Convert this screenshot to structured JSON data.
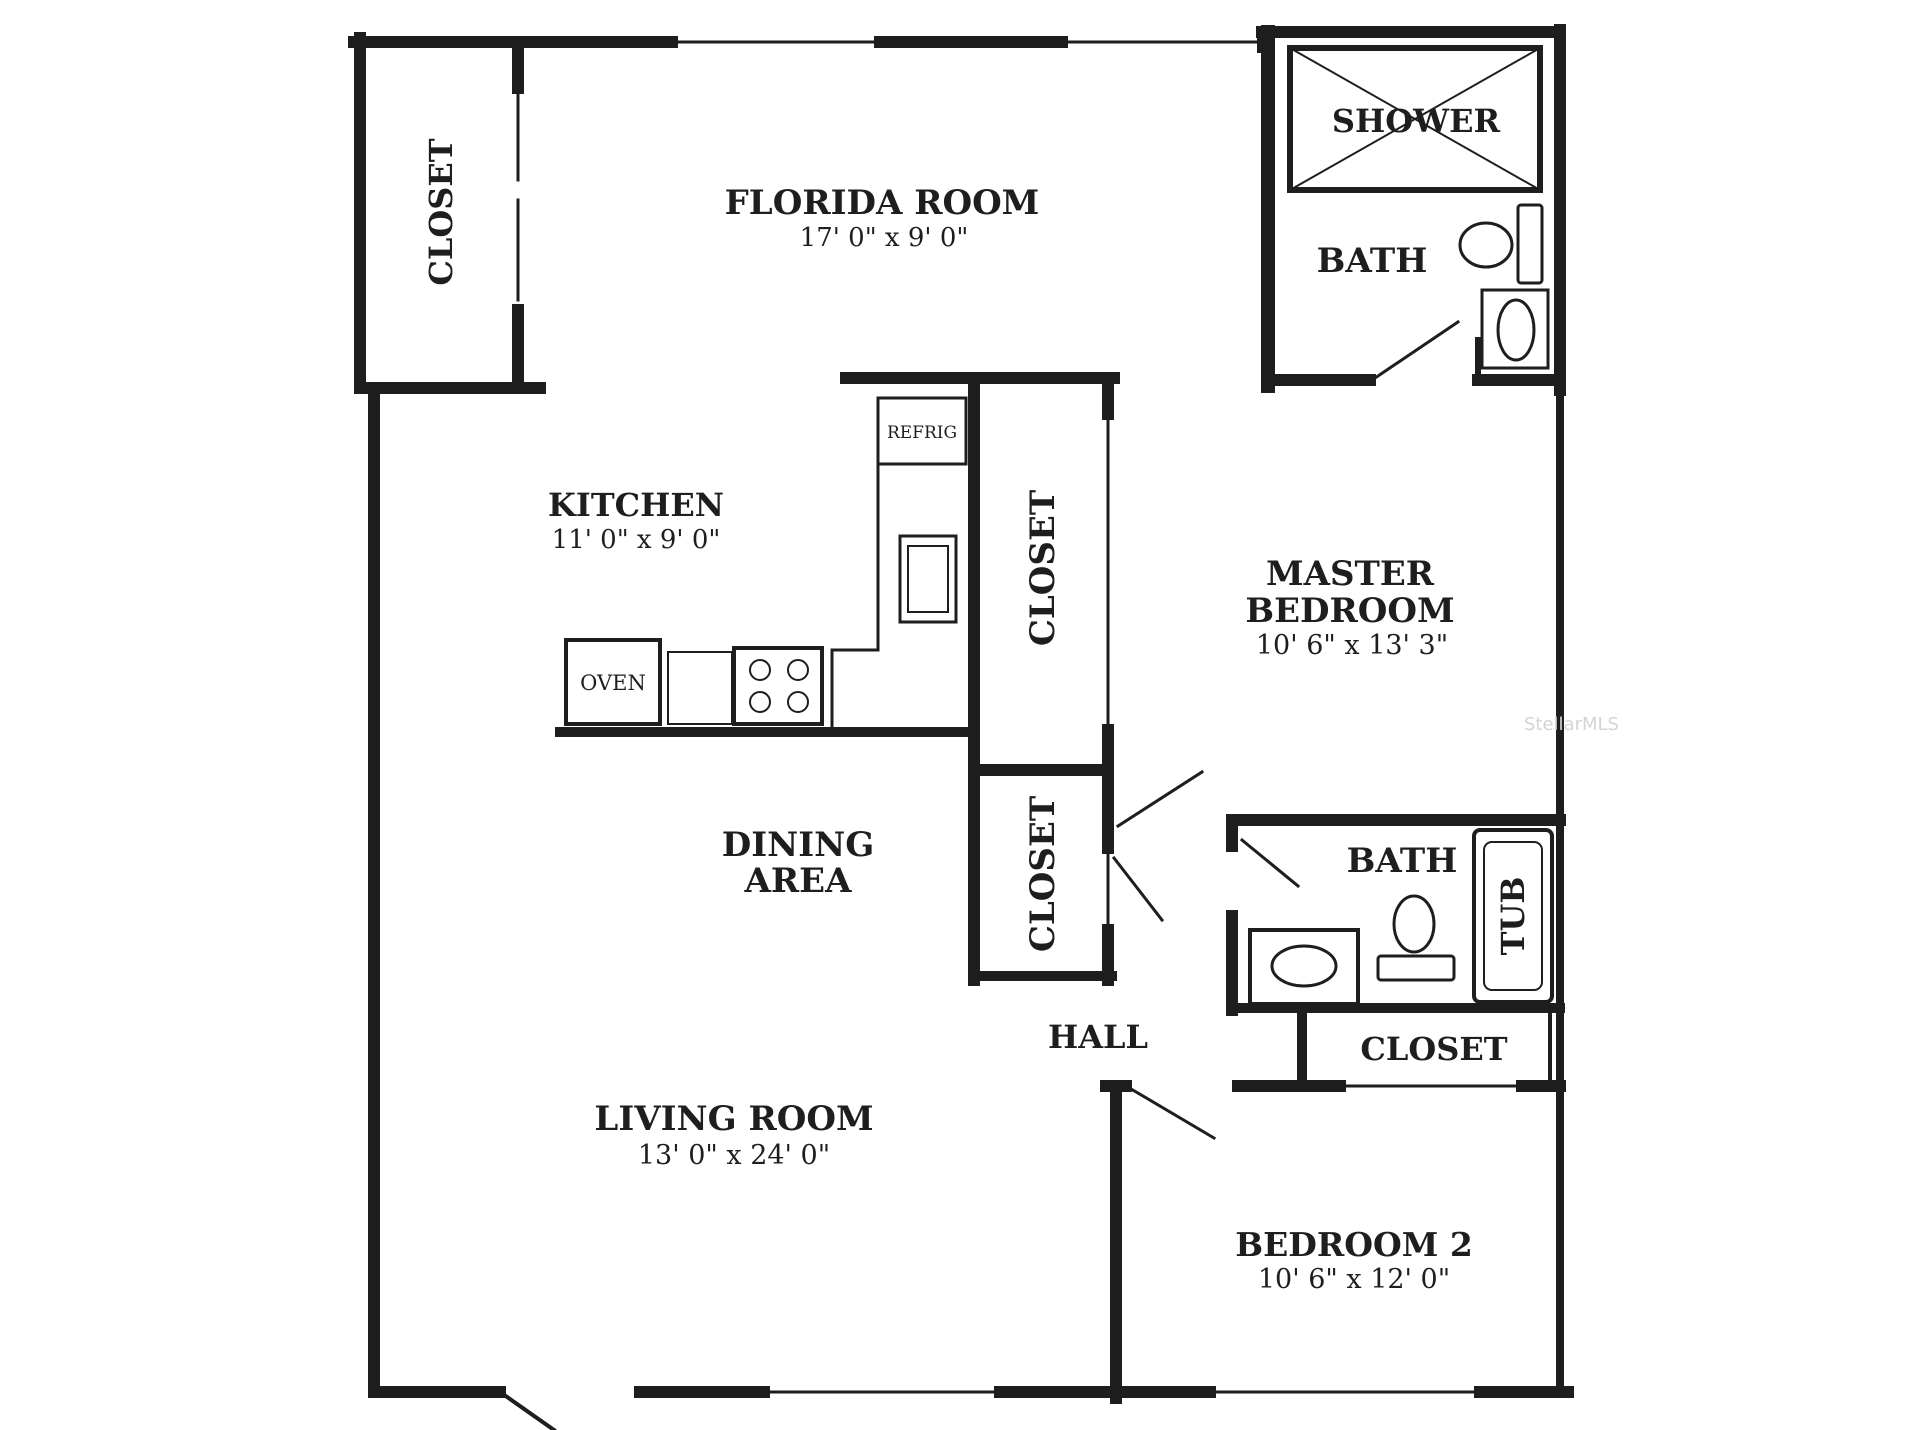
{
  "colors": {
    "wall": "#1e1e1e",
    "background": "#ffffff",
    "watermark": "#d4d4d4"
  },
  "rooms": {
    "florida_room": {
      "name": "FLORIDA ROOM",
      "dims": "17' 0\" x 9' 0\""
    },
    "kitchen": {
      "name": "KITCHEN",
      "dims": "11' 0\" x 9' 0\""
    },
    "dining_area": {
      "line1": "DINING",
      "line2": "AREA"
    },
    "living_room": {
      "name": "LIVING ROOM",
      "dims": "13' 0\" x 24' 0\""
    },
    "master_bedroom": {
      "line1": "MASTER",
      "line2": "BEDROOM",
      "dims": "10' 6\" x 13' 3\""
    },
    "bedroom_2": {
      "name": "BEDROOM 2",
      "dims": "10' 6\" x 12' 0\""
    },
    "hall": {
      "name": "HALL"
    },
    "master_bath": {
      "name": "BATH"
    },
    "bath_2": {
      "name": "BATH"
    }
  },
  "fixtures": {
    "shower": "SHOWER",
    "tub": "TUB",
    "oven": "OVEN",
    "refrigerator": "REFRIG"
  },
  "closets": {
    "florida_closet": "CLOSET",
    "hall_closet_upper": "CLOSET",
    "hall_closet_lower": "CLOSET",
    "bedroom2_closet": "CLOSET"
  },
  "watermark": "StellarMLS"
}
